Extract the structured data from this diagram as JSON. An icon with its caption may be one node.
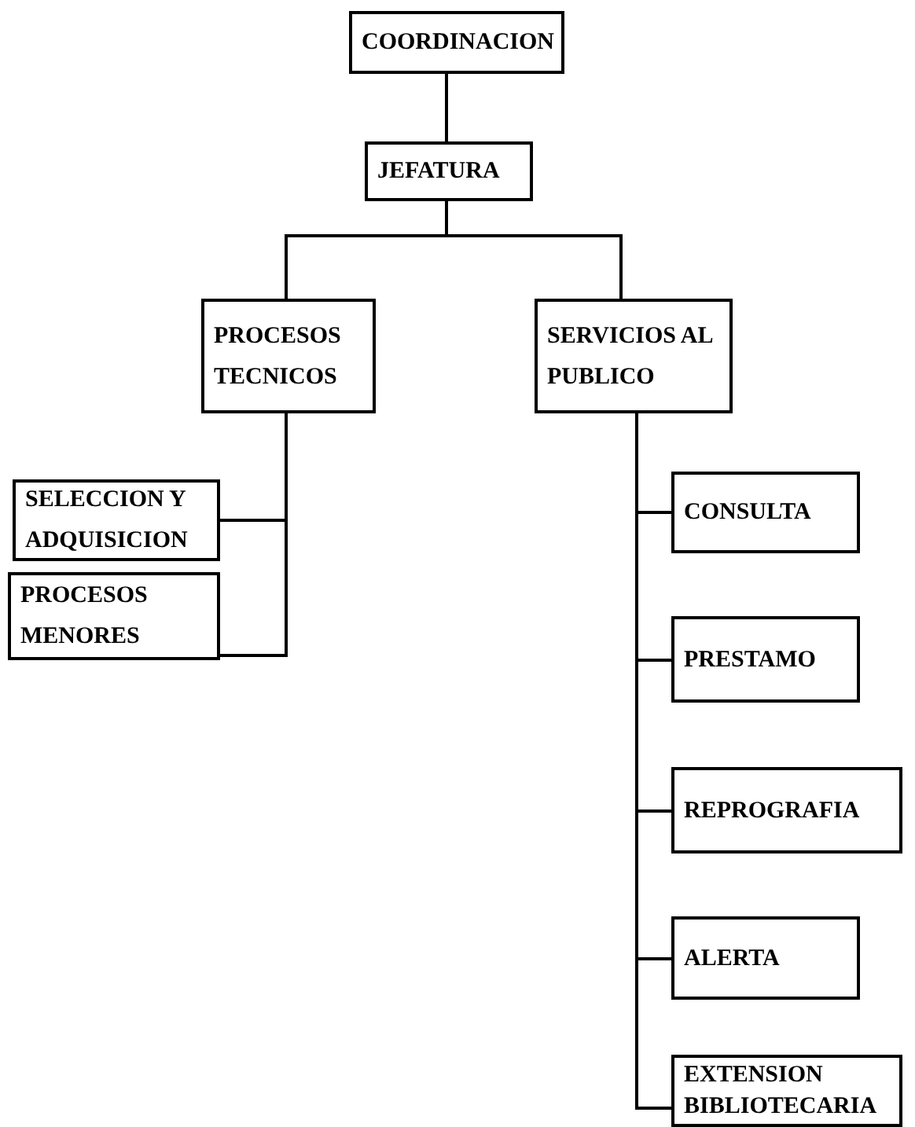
{
  "diagram": {
    "nodes": [
      {
        "text": [
          "COORDINACION"
        ]
      },
      {
        "text": [
          "JEFATURA"
        ]
      },
      {
        "text": [
          "PROCESOS TECNICOS"
        ]
      },
      {
        "text": [
          "SERVICIOS AL PUBLICO"
        ]
      },
      {
        "text": [
          "SELECCION Y ADQUISICION"
        ]
      },
      {
        "text": [
          "PROCESOS MENORES"
        ]
      },
      {
        "text": [
          "CONSULTA"
        ]
      },
      {
        "text": [
          "PRESTAMO"
        ]
      },
      {
        "text": [
          "REPROGRAFIA"
        ]
      },
      {
        "text": [
          "ALERTA"
        ]
      },
      {
        "text": [
          "EXTENSION BIBLIOTECARIA"
        ]
      }
    ],
    "edges": [
      {
        "from": 0,
        "to": 1,
        "arrow": "none"
      },
      {
        "from": 1,
        "to": 2,
        "arrow": "none"
      },
      {
        "from": 1,
        "to": 3,
        "arrow": "none"
      },
      {
        "from": 2,
        "to": 4,
        "arrow": "none"
      },
      {
        "from": 2,
        "to": 5,
        "arrow": "none"
      },
      {
        "from": 3,
        "to": 6,
        "arrow": "none"
      },
      {
        "from": 3,
        "to": 7,
        "arrow": "none"
      },
      {
        "from": 3,
        "to": 8,
        "arrow": "none"
      },
      {
        "from": 3,
        "to": 9,
        "arrow": "none"
      },
      {
        "from": 3,
        "to": 10,
        "arrow": "none"
      }
    ]
  }
}
